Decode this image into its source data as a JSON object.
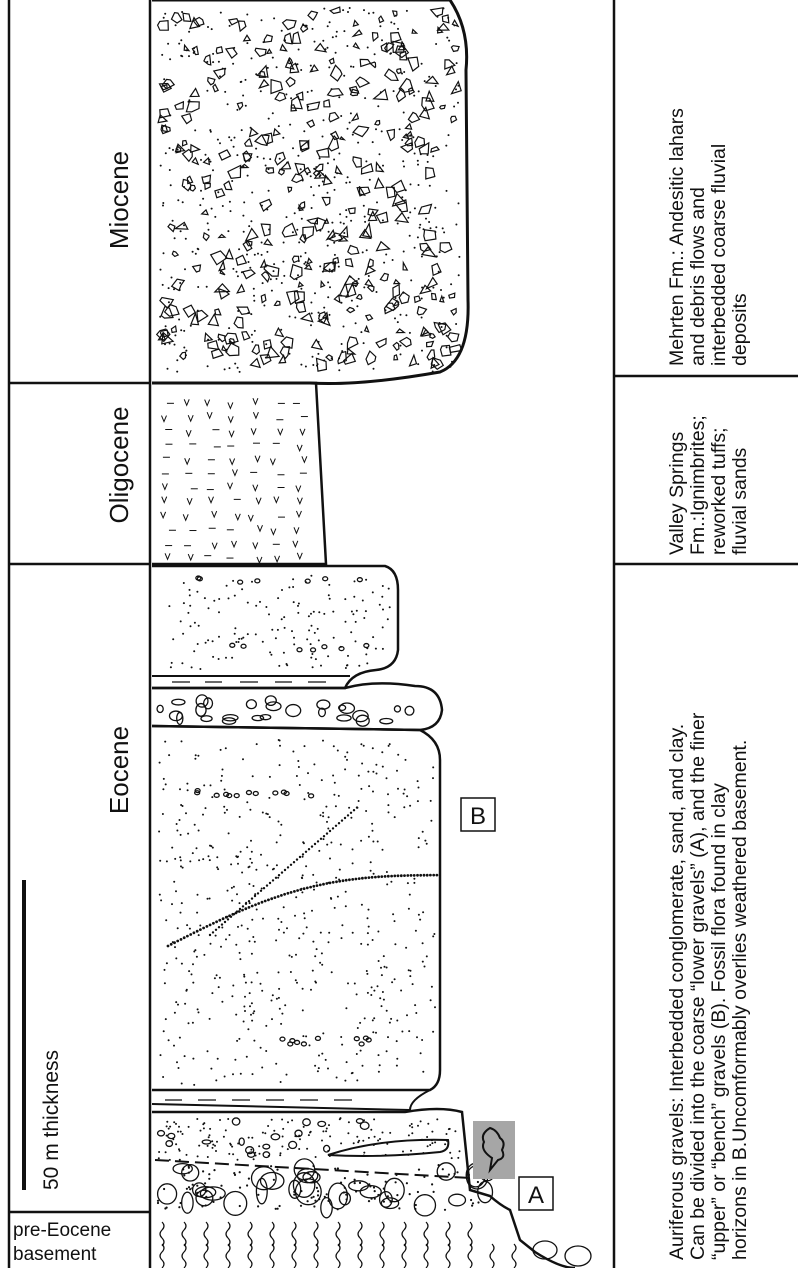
{
  "epochs": [
    {
      "name": "Miocene"
    },
    {
      "name": "Oligocene"
    },
    {
      "name": "Eocene"
    }
  ],
  "basement_label": [
    "pre-Eocene",
    "basement"
  ],
  "scale_bar": {
    "label": "50 m thickness"
  },
  "box_labels": {
    "a": "A",
    "b": "B"
  },
  "descriptions": {
    "miocene": [
      "Mehrten Fm.: Andesitic lahars",
      "and debris flows and",
      "interbedded coarse fluvial",
      "deposits"
    ],
    "oligocene": [
      "Valley Springs",
      "Fm.:Ignimbrites;",
      "reworked tuffs;",
      "fluvial sands"
    ],
    "eocene": [
      "Auriferous gravels: Interbedded conglomerate, sand, and clay.",
      "Can be divided into the coarse “lower gravels” (A), and the finer",
      "“upper” or “bench” gravels (B).  Fossil flora found in clay",
      "horizons in B.Uncomformably overlies weathered basement."
    ]
  },
  "colors": {
    "line": "#111111",
    "fossil_box": "#a6a6a6",
    "background": "#ffffff"
  }
}
